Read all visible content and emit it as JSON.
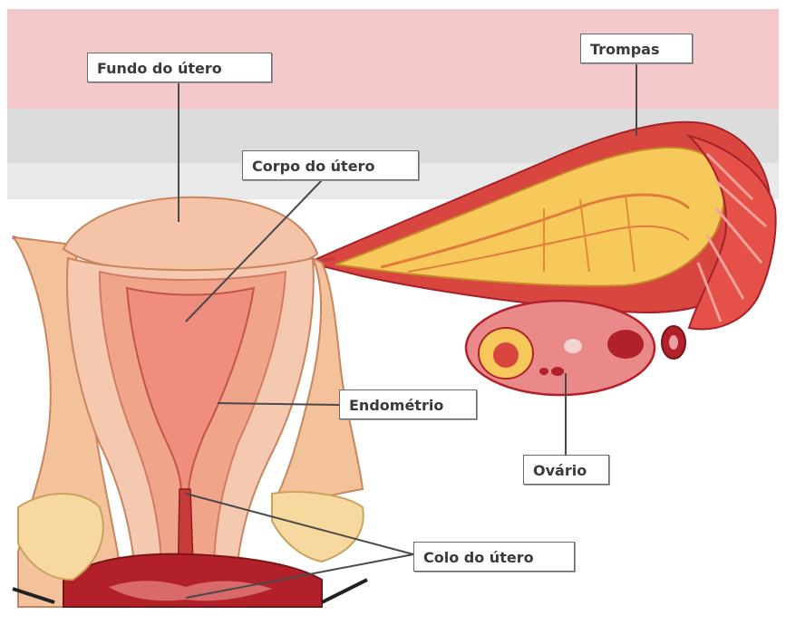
{
  "labels": {
    "fundo": "Fundo do útero",
    "corpo": "Corpo do útero",
    "trompas": "Trompas",
    "endometrio": "Endométrio",
    "ovario": "Ovário",
    "colo": "Colo do útero"
  },
  "colors": {
    "top_band": "#f5c9cb",
    "gray_band": "#dcdcdc",
    "uterus_flesh": "#f2b69a",
    "uterus_wall": "#f4c9b0",
    "cavity": "#ef8d7e",
    "tube_red": "#d8463f",
    "ovary": "#e98989",
    "yellow_tissue": "#f7c95a",
    "dark_red": "#b2212a",
    "leader_line": "#4a4a4a"
  }
}
